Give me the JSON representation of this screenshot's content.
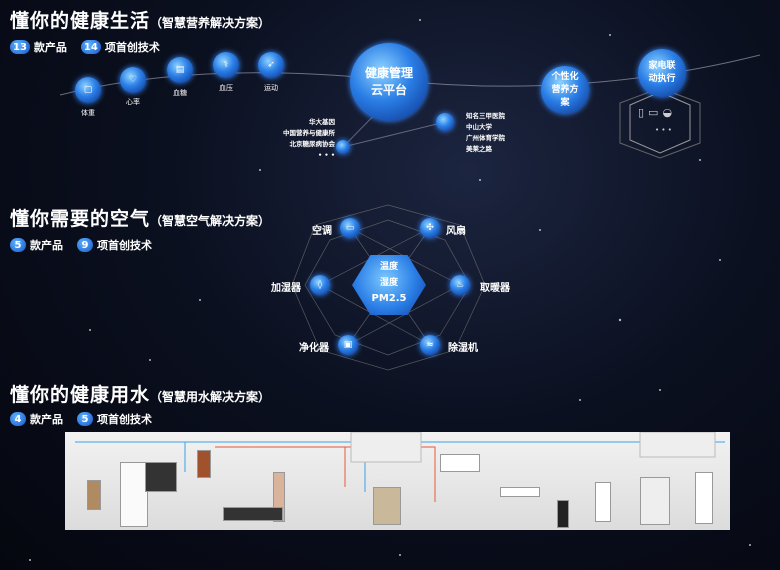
{
  "health": {
    "title": "懂你的健康生活",
    "subtitle": "（智慧营养解决方案）",
    "products_count": "13",
    "products_label": "款产品",
    "tech_count": "14",
    "tech_label": "项首创技术",
    "metrics": [
      "体重",
      "心率",
      "血糖",
      "血压",
      "运动"
    ],
    "cloud": "健康管理云平台",
    "partners_left": [
      "华大基因",
      "中国营养与健康所",
      "北京糖尿病协会",
      "• • •"
    ],
    "partners_right": [
      "知名三甲医院",
      "中山大学",
      "广州体育学院",
      "美莱之路"
    ],
    "plan": "个性化营养方案",
    "appliance": "家电联动执行",
    "more": "• • •"
  },
  "air": {
    "title": "懂你需要的空气",
    "subtitle": "（智慧空气解决方案）",
    "products_count": "5",
    "products_label": "款产品",
    "tech_count": "9",
    "tech_label": "项首创技术",
    "devices": [
      "空调",
      "风扇",
      "加湿器",
      "取暖器",
      "净化器",
      "除湿机"
    ],
    "center": [
      "温度",
      "湿度",
      "PM2.5"
    ]
  },
  "water": {
    "title": "懂你的健康用水",
    "subtitle": "（智慧用水解决方案）",
    "products_count": "4",
    "products_label": "款产品",
    "tech_count": "5",
    "tech_label": "项首创技术"
  },
  "colors": {
    "accent": "#2a7ee6",
    "pipe_blue": "#3aa0e8",
    "pipe_red": "#e85a3a"
  }
}
